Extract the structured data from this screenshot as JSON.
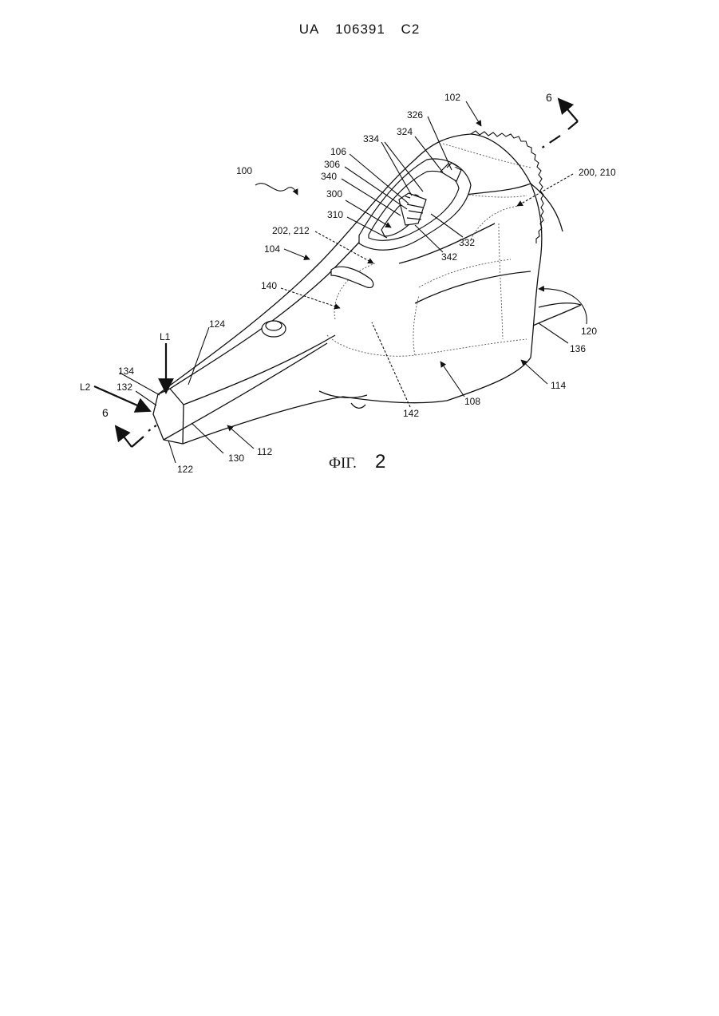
{
  "header": {
    "country": "UA",
    "number": "106391",
    "kind": "C2"
  },
  "figure": {
    "caption_prefix": "ФІГ.",
    "caption_number": "2"
  },
  "labels": {
    "l100": "100",
    "l102": "102",
    "l104": "104",
    "l106": "106",
    "l108": "108",
    "l112": "112",
    "l114": "114",
    "l120": "120",
    "l122": "122",
    "l124": "124",
    "l130": "130",
    "l132": "132",
    "l134": "134",
    "l136": "136",
    "l140": "140",
    "l142": "142",
    "l200": "200, 210",
    "l202": "202, 212",
    "l300": "300",
    "l306": "306",
    "l310": "310",
    "l324": "324",
    "l326": "326",
    "l332": "332",
    "l334": "334",
    "l340": "340",
    "l342": "342",
    "lL1": "L1",
    "lL2": "L2",
    "l6a": "6",
    "l6b": "6"
  }
}
